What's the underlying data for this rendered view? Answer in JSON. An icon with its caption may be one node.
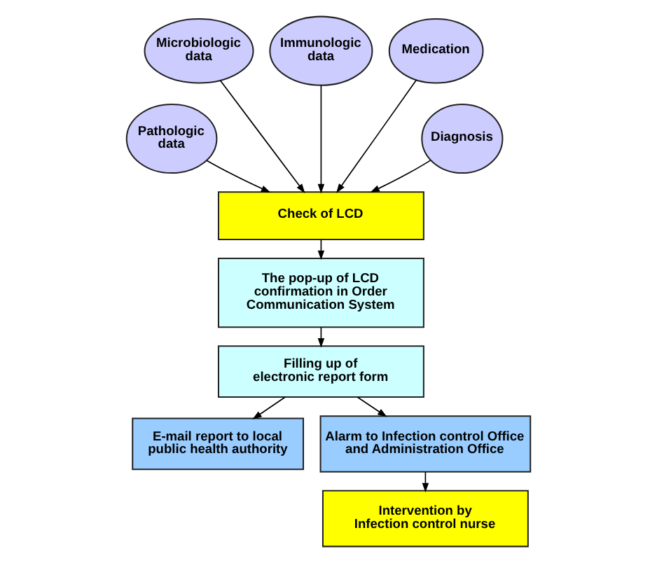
{
  "diagram": {
    "nodes": [
      {
        "text": [
          "Microbiologic data"
        ]
      },
      {
        "text": [
          "Immunologic data"
        ]
      },
      {
        "text": [
          "Medication"
        ]
      },
      {
        "text": [
          "Pathologic data"
        ]
      },
      {
        "text": [
          "Check of LCD"
        ]
      },
      {
        "text": [
          "Diagnosis"
        ]
      },
      {
        "text": [
          "The pop-up of LCD confirmation in Order Communication System"
        ]
      },
      {
        "text": [
          "E-mail report to local public health authority"
        ]
      },
      {
        "text": [
          "Filling up of electronic report form"
        ]
      },
      {
        "text": [
          "Alarm to Infection control Office and Administration Office"
        ]
      },
      {
        "text": [
          "Intervention by Infection control nurse"
        ]
      }
    ],
    "edges": [
      {
        "from": 0,
        "to": 4,
        "arrow": "to"
      },
      {
        "from": 1,
        "to": 4,
        "arrow": "to"
      },
      {
        "from": 2,
        "to": 4,
        "arrow": "to"
      },
      {
        "from": 3,
        "to": 4,
        "arrow": "to"
      },
      {
        "from": 5,
        "to": 4,
        "arrow": "to"
      },
      {
        "from": 4,
        "to": 6,
        "arrow": "to"
      },
      {
        "from": 6,
        "to": 8,
        "arrow": "to"
      },
      {
        "from": 8,
        "to": 7,
        "arrow": "to"
      },
      {
        "from": 8,
        "to": 9,
        "arrow": "to"
      },
      {
        "from": 9,
        "to": 10,
        "arrow": "to"
      }
    ]
  }
}
